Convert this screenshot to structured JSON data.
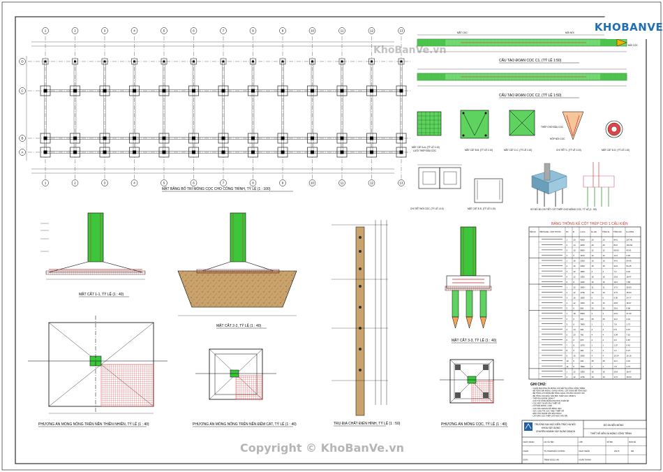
{
  "brand": {
    "logo_text": "KHOBANVE",
    "watermark_top": "KhoBanVe.vn",
    "watermark_bottom": "Copyright © KhoBanVe.vn"
  },
  "grid": {
    "columns": [
      "1",
      "2",
      "3",
      "4",
      "5",
      "6",
      "7",
      "8",
      "9",
      "10",
      "11",
      "12",
      "13"
    ],
    "rows": [
      "D",
      "C",
      "B",
      "A"
    ]
  },
  "captions": {
    "plan": "MẶT BẰNG BỐ TRÍ MÓNG CỌC CHO CÔNG TRÌNH, TỶ LỆ (1 : 100)",
    "pile1": "CẤU TẠO ĐOẠN CỌC C1, (TỶ LỆ 1:50)",
    "pile2": "CẤU TẠO ĐOẠN CỌC C2, (TỶ LỆ 1:50)",
    "sec_aa": "MẶT CẮT A-A, (TỶ LỆ 1:10)",
    "sec_aa_sub": "LƯỚI THÉP ĐẦU CỌC",
    "sec_bb": "MẶT CẮT B-B, (TỶ LỆ 1:10)",
    "sec_cc": "MẶT CẮT C-C, (TỶ LỆ 1:10)",
    "detail1": "CHI TIẾT 1, (TỶ LỆ 1:10)",
    "sec_dd": "MẶT CẮT D-D, (TỶ LỆ 1:10)",
    "pile_joint": "CHI TIẾT NỐI CỌC, (TỶ LỆ 1:10)",
    "sec_ee": "MẶT CẮT E-E, (TỶ LỆ 1:10)",
    "iso": "SƠ ĐỒ 3D CHI TIẾT CỐT THÉP CHO MÓNG CỌC, TỶ LỆ (1 : 50)",
    "cut11": "MẶT CẮT 1-1, TỶ LỆ (1 : 40)",
    "cut22": "MẶT CẮT 2-2, TỶ LỆ (1 : 40)",
    "soil": "TRỤ ĐỊA CHẤT ĐIỂN HÌNH, TỶ LỆ (1 : 50)",
    "cut33": "MẶT CẮT 3-3, TỶ LỆ (1 : 40)",
    "plan1": "PHƯƠNG ÁN MÓNG NÔNG TRÊN NỀN THIÊN NHIÊN, TỶ LỆ (1 : 40)",
    "plan2": "PHƯƠNG ÁN MÓNG NÔNG TRÊN NỀN ĐỆM CÁT, TỶ LỆ (1 : 40)",
    "plan3": "PHƯƠNG ÁN MÓNG CỌC, TỶ LỆ (1 : 40)"
  },
  "small_labels": {
    "pile_top": "MẶT CỌC",
    "pile_mid": "MỐI NỐI",
    "pile_tip": "MŨI CỌC",
    "thep": "THÉP CHỜ ĐẦU CỌC",
    "hop": "HỘP NỐI CỌC"
  },
  "table": {
    "title": "BẢNG THỐNG KÊ CỐT THÉP CHO 1 CẤU KIỆN",
    "headers": [
      "TÊN CK",
      "HÌNH DẠNG - KÍCH THƯỚC",
      "SH",
      "Ø",
      "L (mm)",
      "SL 1CK",
      "TỔNG SL",
      "TỔNG DÀI",
      "K.LƯỢNG"
    ],
    "rows": [
      [
        "",
        "",
        "1",
        "20",
        "4200",
        "20",
        "20",
        "84.0",
        "207.40"
      ],
      [
        "",
        "",
        "2",
        "14",
        "4200",
        "20",
        "20",
        "84.0",
        "101.64"
      ],
      [
        "",
        "",
        "3",
        "10",
        "5800",
        "12",
        "12",
        "69.60",
        "43.01"
      ],
      [
        "",
        "",
        "4",
        "6",
        "1100",
        "12",
        "12",
        "13.2",
        "2.93"
      ],
      [
        "",
        "",
        "1",
        "16",
        "2300",
        "15",
        "15",
        "34.5",
        "54.45"
      ],
      [
        "",
        "",
        "2",
        "16",
        "2300",
        "15",
        "15",
        "34.5",
        "54.45"
      ],
      [
        "",
        "",
        "3",
        "12",
        "1800",
        "4",
        "4",
        "7.2",
        "6.40"
      ],
      [
        "",
        "",
        "4",
        "12",
        "1300",
        "16",
        "16",
        "20.8",
        "18.47"
      ],
      [
        "",
        "",
        "5",
        "8",
        "1200",
        "16",
        "16",
        "19.2",
        "7.58"
      ],
      [
        "",
        "",
        "1",
        "12",
        "1600",
        "11",
        "11",
        "17.6",
        "15.63"
      ],
      [
        "",
        "",
        "2",
        "12",
        "1750",
        "10",
        "10",
        "17.5",
        "15.54"
      ],
      [
        "",
        "",
        "3",
        "16",
        "1560",
        "6",
        "6",
        "9.36",
        "14.77"
      ],
      [
        "",
        "",
        "4",
        "12",
        "1300",
        "16",
        "16",
        "20.8",
        "18.47"
      ],
      [
        "",
        "",
        "5",
        "6",
        "800",
        "32",
        "32",
        "25.6",
        "5.68"
      ],
      [
        "",
        "",
        "1",
        "18",
        "5900",
        "4",
        "4",
        "23.6",
        "47.20"
      ],
      [
        "",
        "",
        "2",
        "6",
        "440",
        "25",
        "25",
        "11.0",
        "2.44"
      ],
      [
        "",
        "",
        "3",
        "6",
        "7800",
        "1",
        "1",
        "7.8",
        "1.73"
      ],
      [
        "",
        "",
        "4",
        "14",
        "200",
        "4",
        "4",
        "0.8",
        "0.97"
      ],
      [
        "",
        "",
        "5",
        "20",
        "760",
        "4",
        "4",
        "3.04",
        "7.51"
      ],
      [
        "",
        "",
        "6",
        "6",
        "975",
        "4",
        "4",
        "3.9",
        "0.87"
      ],
      [
        "",
        "",
        "7",
        "8",
        "1070",
        "1",
        "1",
        "1.07",
        "0.42"
      ],
      [
        "",
        "",
        "8",
        "6",
        "300",
        "4",
        "4",
        "1.2",
        "0.27"
      ],
      [
        "",
        "",
        "9",
        "16",
        "2560",
        "4",
        "4",
        "10.24",
        "16.16"
      ],
      [
        "",
        "",
        "10",
        "6",
        "440",
        "25",
        "25",
        "11.0",
        "2.44"
      ],
      [
        "",
        "",
        "11",
        "6",
        "7800",
        "1",
        "1",
        "7.8",
        "1.73"
      ],
      [
        "",
        "",
        "1",
        "12",
        "1300",
        "16",
        "16",
        "20.8",
        "18.47"
      ],
      [
        "",
        "",
        "2",
        "12",
        "1750",
        "10",
        "10",
        "17.5",
        "15.54"
      ]
    ]
  },
  "notes": {
    "title": "GHI CHÚ:",
    "lines": [
      "- CHỌN PHƯƠNG ÁN MÓNG CỌC ĐỂ THI CÔNG CÔNG TRÌNH",
      "- BÊ TÔNG ĐÀI MÓNG, GIẰNG MÓNG, CỘT DÙNG BÊ TÔNG B20",
      "- BÊ TÔNG LÓT MÓNG BÊ TÔNG GẠCH VỠ MÁC 100 DÀY 100",
      "- BÊ TÔNG CỌC ĐÚC SẴN B25, THÉP CHỦ CB300-V",
      "- THÉP ĐAI NHÓM CB240-T",
      "- CỌC THI CÔNG BẰNG PHƯƠNG PHÁP ÉP",
      "- CỌC ĐẶT TẠI ĐỘ SÂU THIẾT KẾ",
      "- CỐT ĐÀI MÓNG -1.500",
      "- CỌC DÀI 2 ĐOẠN NỐI BẰNG HÀN",
      "- SỨC CHỊU TẢI CỌC THEO THIẾT KẾ",
      "- ĐẦU CỌC NGÀM VÀO ĐÀI 150mm",
      "- CẮT ĐẦU CỌC THÉP CHỜ NEO VÀO ĐÀI"
    ]
  },
  "title_block": {
    "school": "TRƯỜNG ĐẠI HỌC KIẾN TRÚC HÀ NỘI",
    "faculty": "KHOA XÂY DỰNG",
    "major": "CHUYÊN NGÀNH XÂY DỰNG DD&CN",
    "project_label": "ĐỒ ÁN NỀN MÓNG",
    "drawing_title": "THIẾT KẾ NỀN VÀ MÓNG CÔNG TRÌNH",
    "rows": [
      [
        "CHỨC DANH",
        "HỌ VÀ TÊN",
        "LỚP",
        "SỐ BD",
        "BẢN VẼ"
      ],
      [
        "GVHD",
        "TS. PHẠM ĐỨC CƯỜNG",
        "NGÀY NHẬN",
        "",
        ""
      ],
      [
        "SVTH",
        "TRỊNH NGỌC HẢI",
        "HOÀN THÀNH",
        "",
        ""
      ]
    ],
    "class_code": "2017X",
    "sheet_code": "NM"
  }
}
